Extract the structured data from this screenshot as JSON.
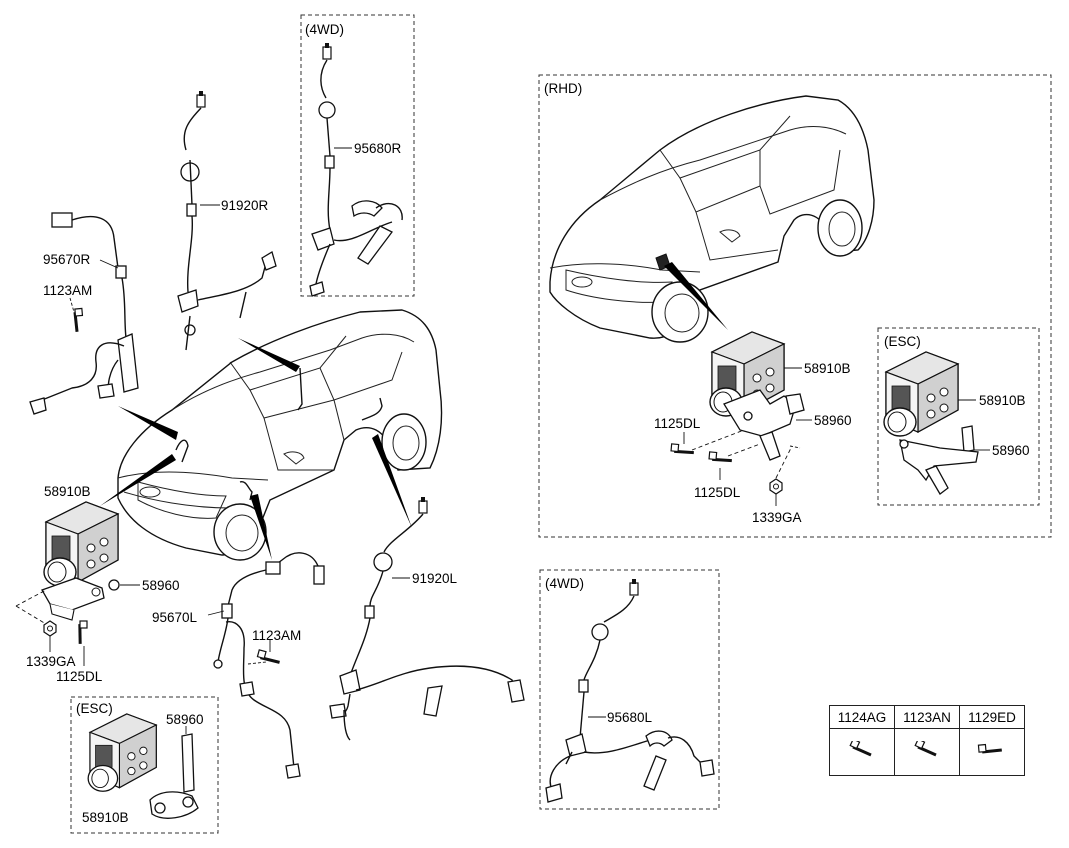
{
  "boxes": {
    "rhd": "(RHD)",
    "fwd_top": "(4WD)",
    "fwd_bottom": "(4WD)",
    "esc_left": "(ESC)",
    "esc_right": "(ESC)"
  },
  "labels": {
    "p91920R": "91920R",
    "p95670R": "95670R",
    "p1123AM_top": "1123AM",
    "p95680R": "95680R",
    "p58910B_main": "58910B",
    "p58960_main": "58960",
    "p1339GA_main": "1339GA",
    "p1125DL_main": "1125DL",
    "p95670L": "95670L",
    "p1123AM_bottom": "1123AM",
    "p91920L": "91920L",
    "p58960_esc_left": "58960",
    "p58910B_esc_left": "58910B",
    "p95680L": "95680L",
    "p58910B_rhd": "58910B",
    "p58960_rhd": "58960",
    "p1125DL_rhd_a": "1125DL",
    "p1125DL_rhd_b": "1125DL",
    "p1339GA_rhd": "1339GA",
    "p58910B_esc_right": "58910B",
    "p58960_esc_right": "58960"
  },
  "legend": {
    "col1": "1124AG",
    "col2": "1123AN",
    "col3": "1129ED"
  }
}
